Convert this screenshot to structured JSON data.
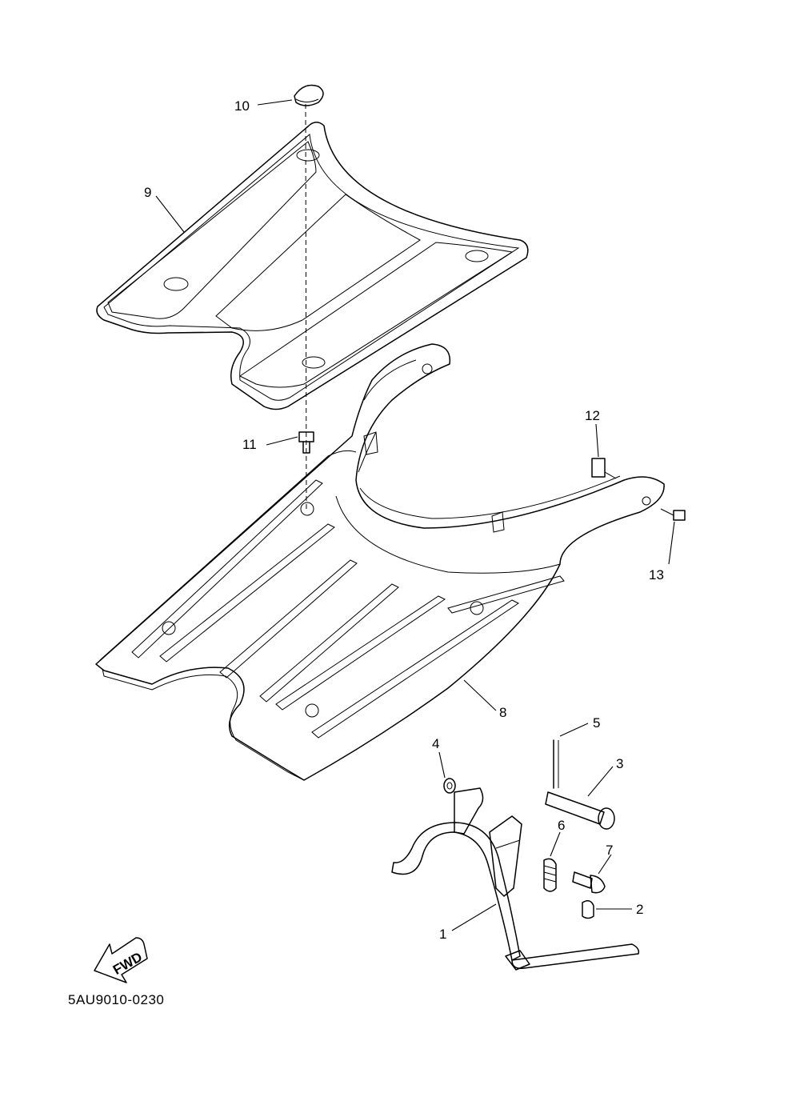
{
  "diagram": {
    "callouts": [
      {
        "id": "c1",
        "label": "1"
      },
      {
        "id": "c2",
        "label": "2"
      },
      {
        "id": "c3",
        "label": "3"
      },
      {
        "id": "c4",
        "label": "4"
      },
      {
        "id": "c5",
        "label": "5"
      },
      {
        "id": "c6",
        "label": "6"
      },
      {
        "id": "c7",
        "label": "7"
      },
      {
        "id": "c8",
        "label": "8"
      },
      {
        "id": "c9",
        "label": "9"
      },
      {
        "id": "c10",
        "label": "10"
      },
      {
        "id": "c11",
        "label": "11"
      },
      {
        "id": "c12",
        "label": "12"
      },
      {
        "id": "c13",
        "label": "13"
      }
    ],
    "fwd_label": "FWD",
    "drawing_code": "5AU9010-0230"
  }
}
